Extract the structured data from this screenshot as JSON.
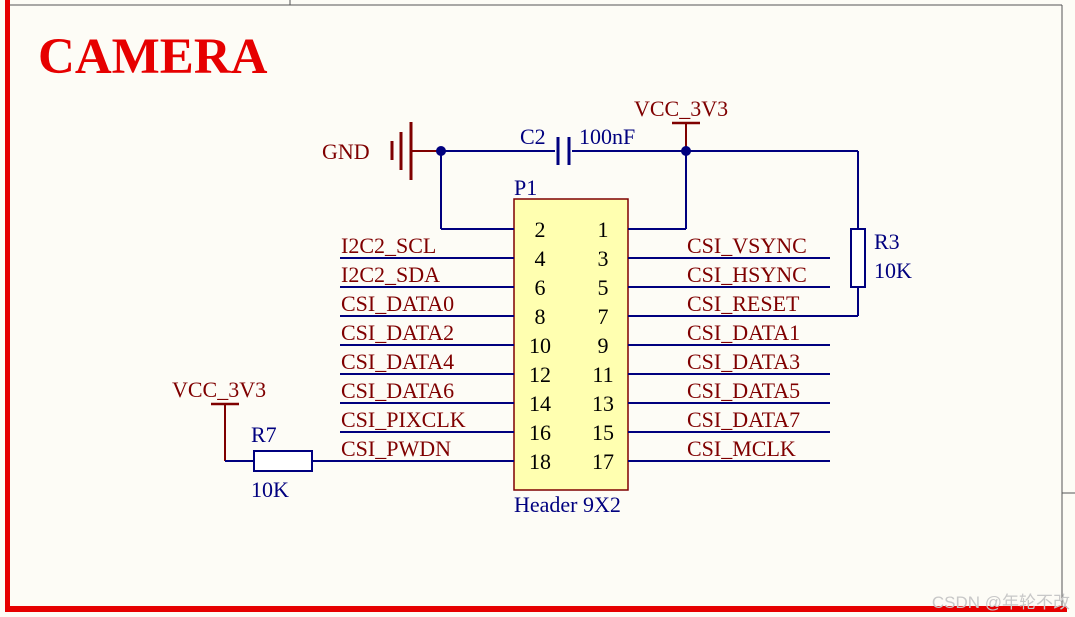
{
  "title": "CAMERA",
  "watermark": "CSDN @年轮不改",
  "colors": {
    "title": "#e60000",
    "border": "#e60000",
    "wire": "#00007f",
    "power": "#7f0000",
    "net_label": "#7f0000",
    "designator": "#00007f",
    "pin_number": "#000000",
    "header_fill": "#ffffb0",
    "header_stroke": "#7f0000",
    "resistor_fill": "#ffffff",
    "junction": "#00007f"
  },
  "connector": {
    "designator": "P1",
    "comment": "Header 9X2",
    "pin_rows": [
      {
        "left": "2",
        "right": "1"
      },
      {
        "left": "4",
        "right": "3"
      },
      {
        "left": "6",
        "right": "5"
      },
      {
        "left": "8",
        "right": "7"
      },
      {
        "left": "10",
        "right": "9"
      },
      {
        "left": "12",
        "right": "11"
      },
      {
        "left": "14",
        "right": "13"
      },
      {
        "left": "16",
        "right": "15"
      },
      {
        "left": "18",
        "right": "17"
      }
    ]
  },
  "left_nets": [
    "I2C2_SCL",
    "I2C2_SDA",
    "CSI_DATA0",
    "CSI_DATA2",
    "CSI_DATA4",
    "CSI_DATA6",
    "CSI_PIXCLK",
    "CSI_PWDN"
  ],
  "right_nets": [
    "CSI_VSYNC",
    "CSI_HSYNC",
    "CSI_RESET",
    "CSI_DATA1",
    "CSI_DATA3",
    "CSI_DATA5",
    "CSI_DATA7",
    "CSI_MCLK"
  ],
  "capacitor": {
    "designator": "C2",
    "value": "100nF"
  },
  "gnd": {
    "label": "GND"
  },
  "vcc_top": {
    "label": "VCC_3V3"
  },
  "vcc_left": {
    "label": "VCC_3V3"
  },
  "r3": {
    "designator": "R3",
    "value": "10K"
  },
  "r7": {
    "designator": "R7",
    "value": "10K"
  }
}
